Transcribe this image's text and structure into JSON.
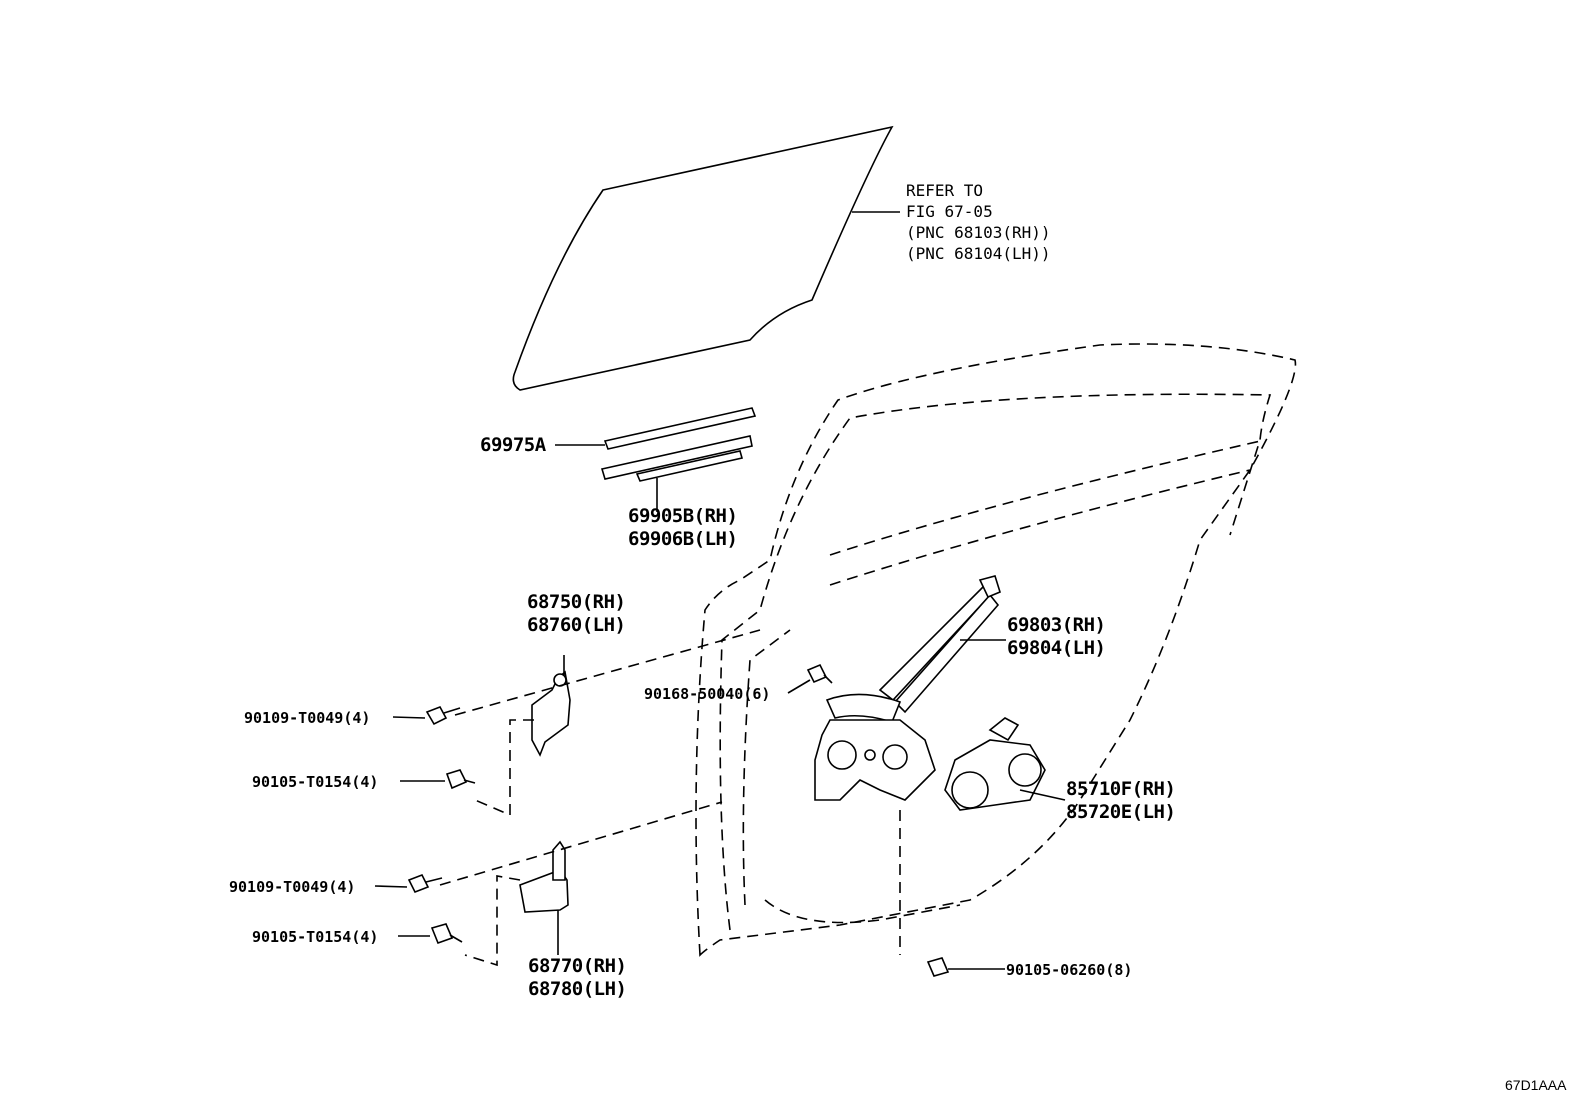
{
  "diagram": {
    "labels": {
      "glass_ref": [
        "REFER TO",
        "FIG 67-05",
        "(PNC 68103(RH))",
        "(PNC 68104(LH))"
      ],
      "p69975a": "69975A",
      "p69905b": [
        "69905B(RH)",
        "69906B(LH)"
      ],
      "p68750": [
        "68750(RH)",
        "68760(LH)"
      ],
      "p69803": [
        "69803(RH)",
        "69804(LH)"
      ],
      "p90168": "90168-50040(6)",
      "p90109_upper": "90109-T0049(4)",
      "p90105_upper": "90105-T0154(4)",
      "p85710": [
        "85710F(RH)",
        "85720E(LH)"
      ],
      "p90109_lower": "90109-T0049(4)",
      "p90105_lower": "90105-T0154(4)",
      "p68770": [
        "68770(RH)",
        "68780(LH)"
      ],
      "p90105_06260": "90105-06260(8)"
    },
    "figure_code": "67D1AAA"
  }
}
